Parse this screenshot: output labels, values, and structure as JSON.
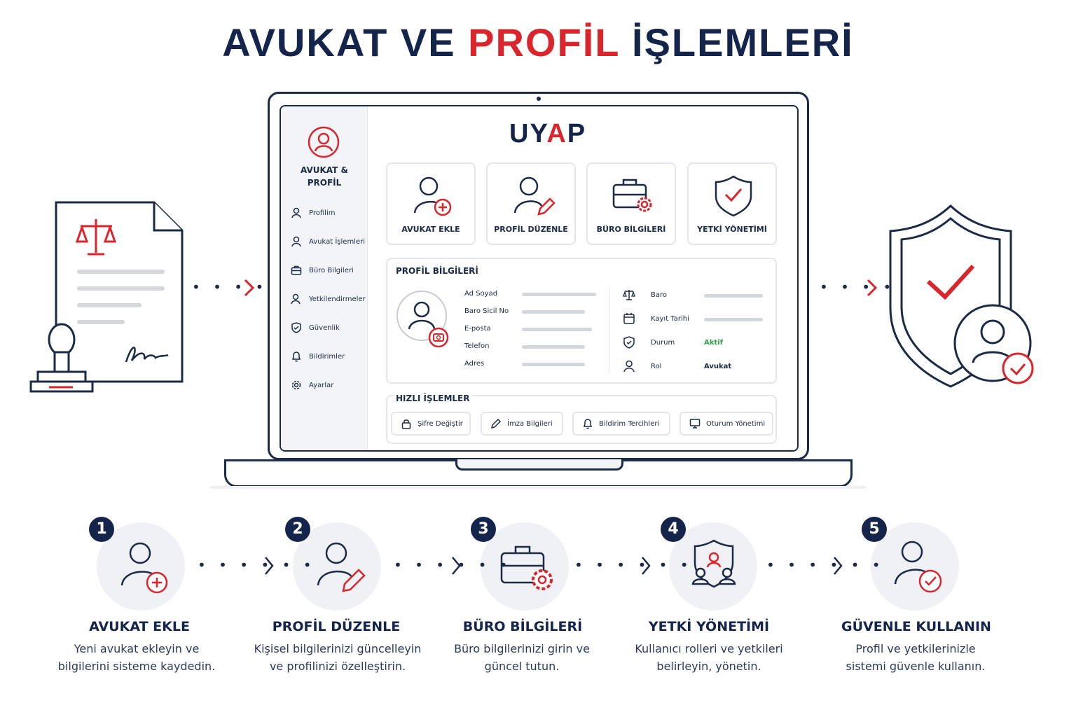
{
  "title": {
    "part1": "AVUKAT VE",
    "accent": "PROFİL",
    "part2": "İŞLEMLERİ"
  },
  "colors": {
    "navy": "#14244a",
    "accent": "#d8262c",
    "active": "#2aa34a"
  },
  "sidebar": {
    "title_line1": "AVUKAT &",
    "title_line2": "PROFİL",
    "items": [
      {
        "label": "Profilim",
        "icon": "user-icon"
      },
      {
        "label": "Avukat İşlemleri",
        "icon": "user-icon"
      },
      {
        "label": "Büro Bilgileri",
        "icon": "briefcase-icon"
      },
      {
        "label": "Yetkilendirmeler",
        "icon": "user-key-icon"
      },
      {
        "label": "Güvenlik",
        "icon": "shield-check-icon"
      },
      {
        "label": "Bildirimler",
        "icon": "bell-icon"
      },
      {
        "label": "Ayarlar",
        "icon": "gear-icon"
      }
    ]
  },
  "logo": {
    "pre": "UY",
    "mid": "A",
    "post": "P"
  },
  "cards": [
    {
      "label": "AVUKAT EKLE",
      "icon": "user-add-icon"
    },
    {
      "label": "PROFİL DÜZENLE",
      "icon": "user-edit-icon"
    },
    {
      "label": "BÜRO BİLGİLERİ",
      "icon": "briefcase-gear-icon"
    },
    {
      "label": "YETKİ YÖNETİMİ",
      "icon": "shield-check-icon"
    }
  ],
  "profile": {
    "title": "PROFİL BİLGİLERİ",
    "left_fields": [
      "Ad Soyad",
      "Baro Sicil No",
      "E-posta",
      "Telefon",
      "Adres"
    ],
    "right_fields": [
      {
        "label": "Baro",
        "value": "",
        "icon": "scales-icon"
      },
      {
        "label": "Kayıt Tarihi",
        "value": "",
        "icon": "calendar-icon"
      },
      {
        "label": "Durum",
        "value": "Aktif",
        "icon": "shield-icon"
      },
      {
        "label": "Rol",
        "value": "Avukat",
        "icon": "user-icon"
      }
    ]
  },
  "quick": {
    "title": "HIZLI İŞLEMLER",
    "actions": [
      {
        "label": "Şifre Değiştir",
        "icon": "lock-icon"
      },
      {
        "label": "İmza Bilgileri",
        "icon": "pen-icon"
      },
      {
        "label": "Bildirim Tercihleri",
        "icon": "bell-icon"
      },
      {
        "label": "Oturum Yönetimi",
        "icon": "monitor-icon"
      }
    ]
  },
  "steps": [
    {
      "num": "1",
      "title": "AVUKAT EKLE",
      "desc1": "Yeni avukat ekleyin ve",
      "desc2": "bilgilerini sisteme kaydedin."
    },
    {
      "num": "2",
      "title": "PROFİL DÜZENLE",
      "desc1": "Kişisel bilgilerinizi güncelleyin",
      "desc2": "ve profilinizi özelleştirin."
    },
    {
      "num": "3",
      "title": "BÜRO BİLGİLERİ",
      "desc1": "Büro bilgilerinizi girin ve",
      "desc2": "güncel tutun."
    },
    {
      "num": "4",
      "title": "YETKİ YÖNETİMİ",
      "desc1": "Kullanıcı rolleri ve yetkileri",
      "desc2": "belirleyin, yönetin."
    },
    {
      "num": "5",
      "title": "GÜVENLE KULLANIN",
      "desc1": "Profil ve yetkilerinizle",
      "desc2": "sistemi güvenle kullanın."
    }
  ]
}
